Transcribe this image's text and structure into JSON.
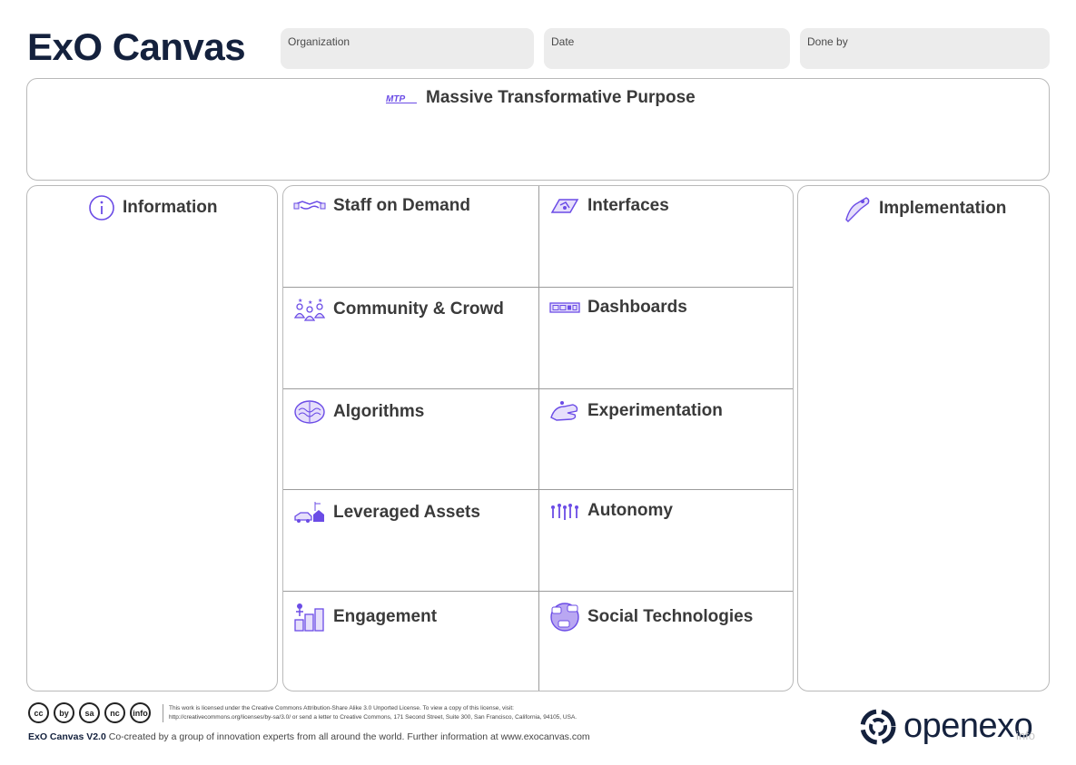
{
  "header": {
    "title": "ExO Canvas",
    "fields": [
      {
        "label": "Organization",
        "value": ""
      },
      {
        "label": "Date",
        "value": ""
      },
      {
        "label": "Done by",
        "value": ""
      }
    ]
  },
  "mtp": {
    "icon_text": "MTP",
    "title": "Massive Transformative Purpose"
  },
  "information": {
    "title": "Information"
  },
  "implementation": {
    "title": "Implementation"
  },
  "attributes": [
    {
      "title": "Staff on Demand"
    },
    {
      "title": "Interfaces"
    },
    {
      "title": "Community & Crowd"
    },
    {
      "title": "Dashboards"
    },
    {
      "title": "Algorithms"
    },
    {
      "title": "Experimentation"
    },
    {
      "title": "Leveraged Assets"
    },
    {
      "title": "Autonomy"
    },
    {
      "title": "Engagement"
    },
    {
      "title": "Social Technologies"
    }
  ],
  "footer": {
    "license_icons": [
      "cc",
      "by",
      "sa",
      "nc",
      "info"
    ],
    "license_line1": "This work is licensed under the Creative Commons Attribution-Share Alike 3.0 Unported License. To view a copy of this license, visit:",
    "license_line2": "http://creativecommons.org/licenses/by-sa/3.0/ or send a letter to Creative Commons, 171 Second Street, Suite 300, San Francisco, California, 94105, USA.",
    "version": "ExO Canvas V2.0",
    "credit": "Co-created by a group of innovation experts from all around the world. Further information at www.exocanvas.com"
  },
  "brand": {
    "name": "openexo",
    "sub": "info"
  },
  "colors": {
    "accent": "#6b4ce6",
    "navy": "#14213d",
    "border": "#b9b9b9",
    "field_bg": "#ececec"
  }
}
